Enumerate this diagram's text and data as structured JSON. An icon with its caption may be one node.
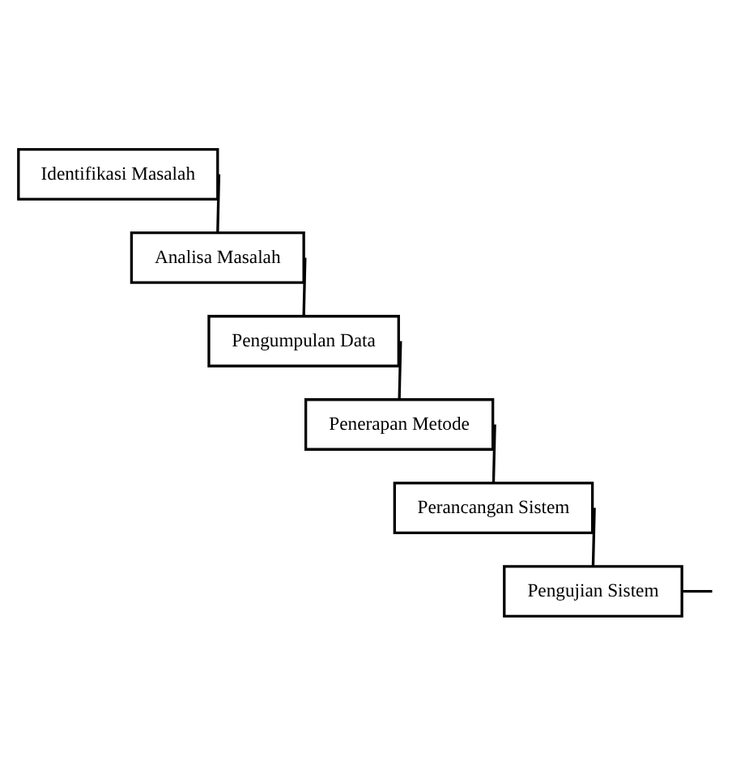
{
  "diagram": {
    "nodes": [
      {
        "text": [
          "Identifikasi Masalah"
        ]
      },
      {
        "text": [
          "Analisa Masalah"
        ]
      },
      {
        "text": [
          "Pengumpulan Data"
        ]
      },
      {
        "text": [
          "Penerapan Metode"
        ]
      },
      {
        "text": [
          "Perancangan Sistem"
        ]
      },
      {
        "text": [
          "Pengujian Sistem"
        ]
      }
    ],
    "edges": [
      {
        "from": 0,
        "to": 1,
        "arrow": "none"
      },
      {
        "from": 1,
        "to": 2,
        "arrow": "none"
      },
      {
        "from": 2,
        "to": 3,
        "arrow": "none"
      },
      {
        "from": 3,
        "to": 4,
        "arrow": "none"
      },
      {
        "from": 4,
        "to": 5,
        "arrow": "none"
      },
      {
        "from": 5,
        "to": null,
        "arrow": "none"
      }
    ]
  }
}
